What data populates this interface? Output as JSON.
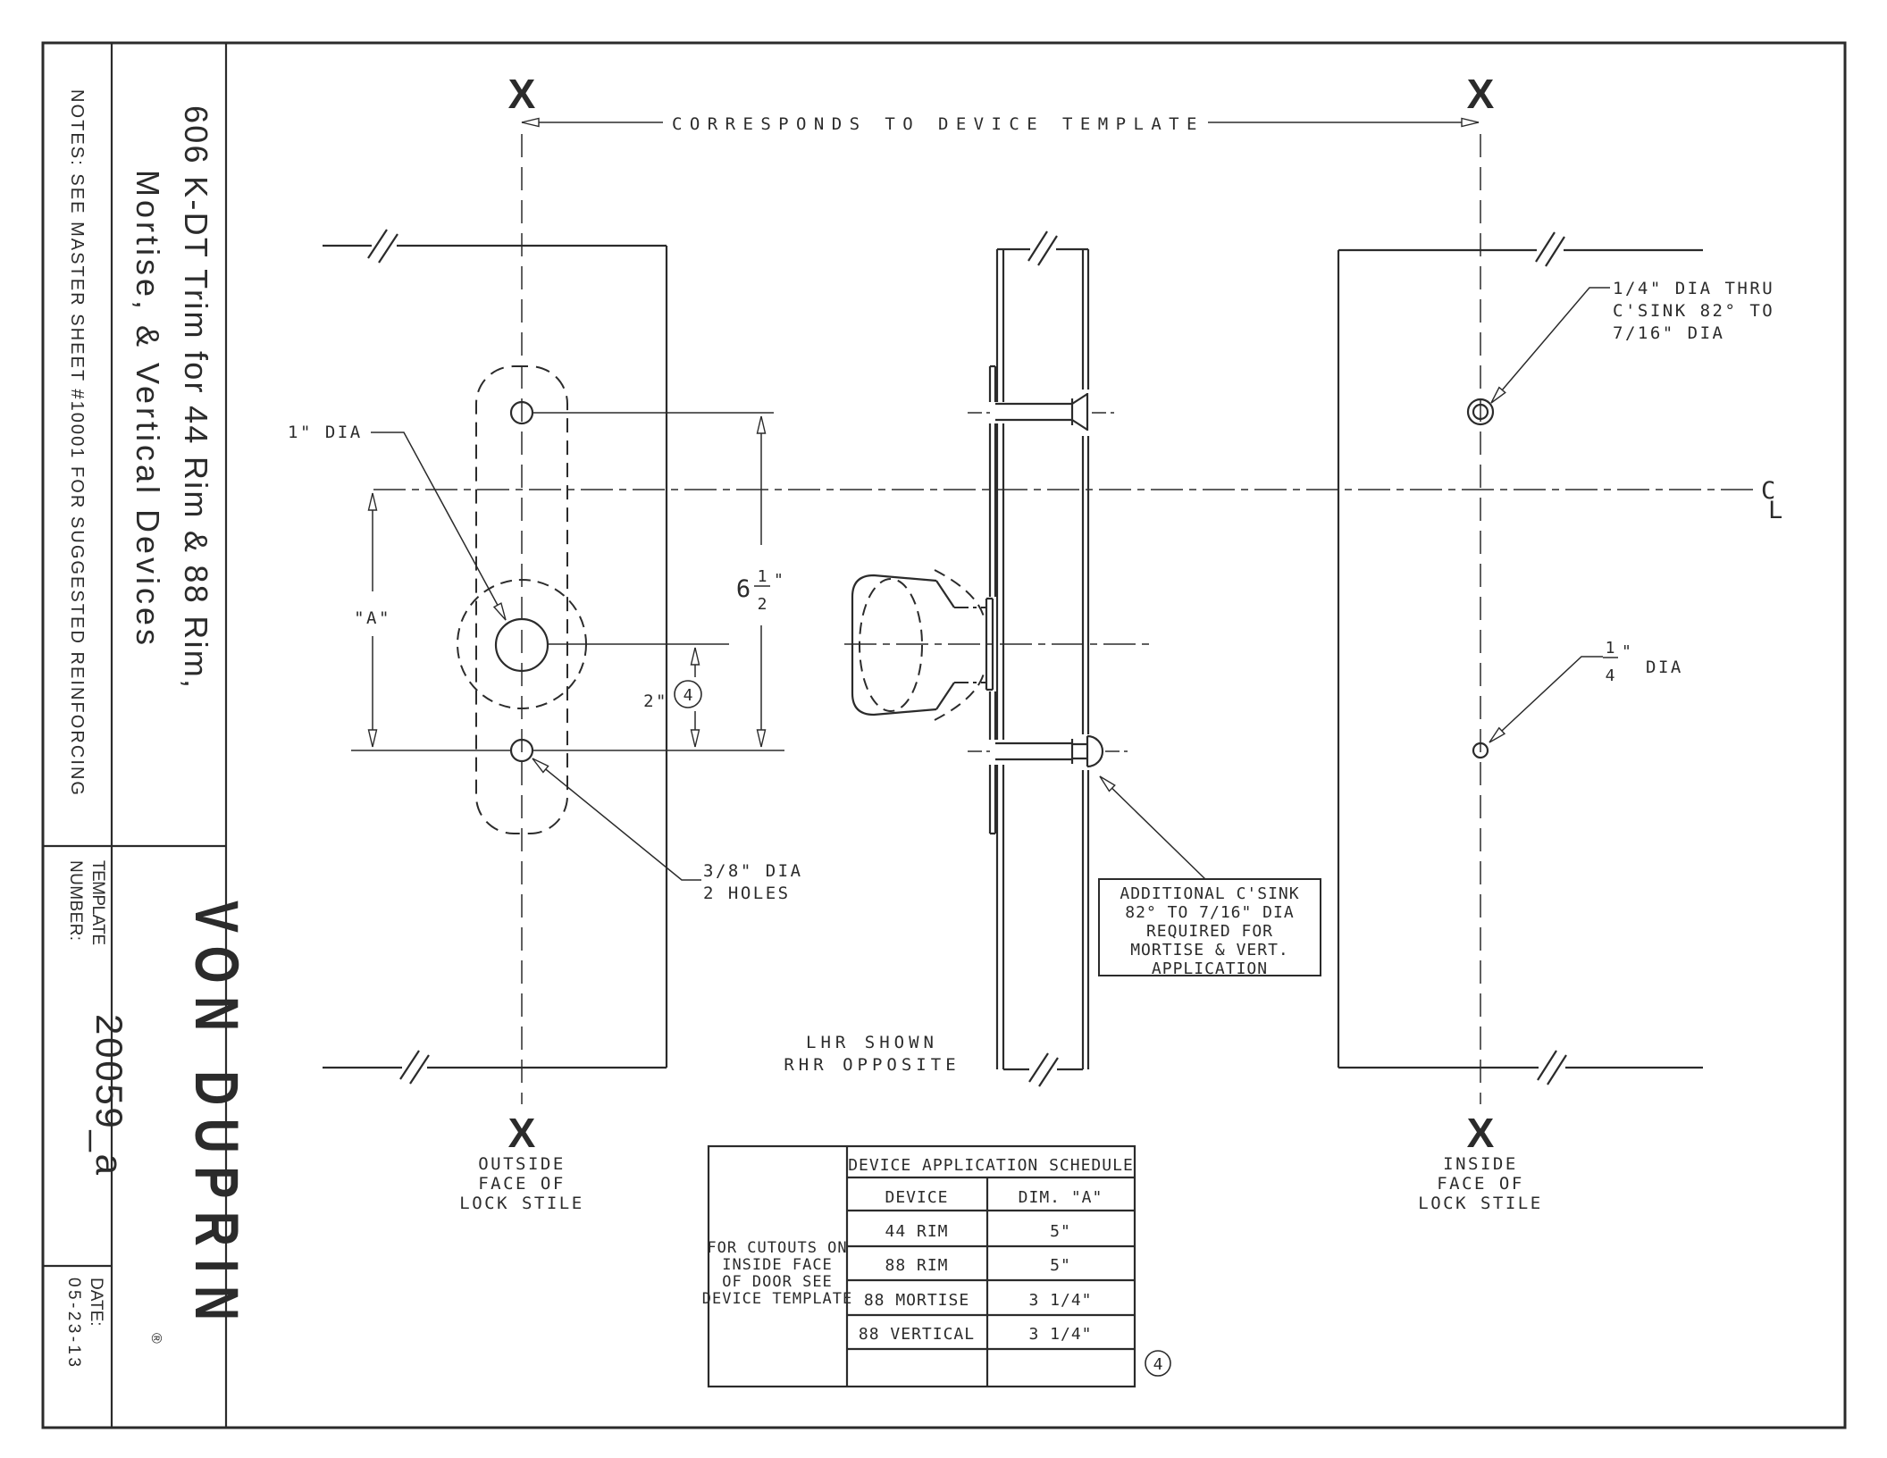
{
  "title_block": {
    "notes": "NOTES: SEE MASTER SHEET #10001 FOR SUGGESTED REINFORCING",
    "title_line1": "606 K-DT Trim for 44 Rim & 88 Rim,",
    "title_line2": "Mortise, & Vertical Devices",
    "template_label_line1": "TEMPLATE",
    "template_label_line2": "NUMBER:",
    "template_number": "20059_a",
    "date_label": "DATE:",
    "date_value": "05-23-13",
    "brand": "VON DUPRIN",
    "registered_mark": "®"
  },
  "drawing": {
    "x_marker": "X",
    "top_dimension_label": "CORRESPONDS TO DEVICE TEMPLATE",
    "labels": {
      "dia_1in": "1\" DIA",
      "dim_a": "\"A\"",
      "dia_38_line1": "3/8\" DIA",
      "dia_38_line2": "2 HOLES",
      "dim_2in": "2\"",
      "flag_4": "4",
      "dim_6half": {
        "whole": "6",
        "numerator": "1",
        "denominator": "2",
        "inch_mark": "\""
      },
      "dim_quarter": {
        "numerator": "1",
        "denominator": "4",
        "inch_mark": "\"",
        "suffix": "DIA"
      },
      "csink_line1": "1/4\" DIA THRU",
      "csink_line2": "C'SINK 82° TO",
      "csink_line3": "7/16\" DIA",
      "centerline_c": "C",
      "centerline_l": "L",
      "outside_face": [
        "OUTSIDE",
        "FACE OF",
        "LOCK STILE"
      ],
      "inside_face": [
        "INSIDE",
        "FACE OF",
        "LOCK STILE"
      ],
      "handing": [
        "LHR SHOWN",
        "RHR OPPOSITE"
      ],
      "additional_note": [
        "ADDITIONAL C'SINK",
        "82° TO 7/16\" DIA",
        "REQUIRED FOR",
        "MORTISE & VERT.",
        "APPLICATION"
      ]
    },
    "schedule": {
      "title": "DEVICE APPLICATION SCHEDULE",
      "side_note": [
        "FOR CUTOUTS ON",
        "INSIDE FACE",
        "OF DOOR SEE",
        "DEVICE TEMPLATE"
      ],
      "columns": [
        "DEVICE",
        "DIM. \"A\""
      ],
      "rows": [
        {
          "device": "44 RIM",
          "dim_a": "5\""
        },
        {
          "device": "88 RIM",
          "dim_a": "5\""
        },
        {
          "device": "88 MORTISE",
          "dim_a": "3 1/4\""
        },
        {
          "device": "88 VERTICAL",
          "dim_a": "3 1/4\""
        }
      ],
      "flag": "4"
    }
  }
}
